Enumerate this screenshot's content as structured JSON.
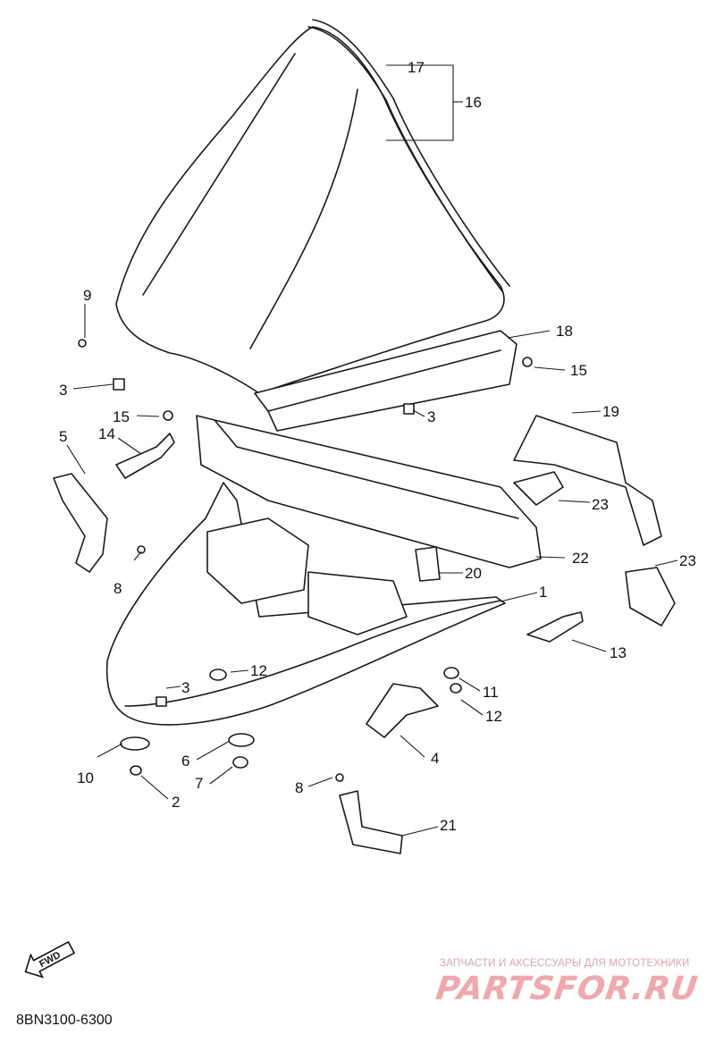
{
  "diagram": {
    "code": "8BN3100-6300",
    "fwd_label": "FWD",
    "callouts": {
      "c1": "1",
      "c2": "2",
      "c3a": "3",
      "c3b": "3",
      "c3c": "3",
      "c4": "4",
      "c5": "5",
      "c6": "6",
      "c7": "7",
      "c8a": "8",
      "c8b": "8",
      "c9": "9",
      "c10": "10",
      "c11": "11",
      "c12a": "12",
      "c12b": "12",
      "c13": "13",
      "c14": "14",
      "c15a": "15",
      "c15b": "15",
      "c16": "16",
      "c17": "17",
      "c18": "18",
      "c19": "19",
      "c20": "20",
      "c21": "21",
      "c22": "22",
      "c23a": "23",
      "c23b": "23"
    }
  },
  "watermark": {
    "tagline": "ЗАПЧАСТИ И АКСЕССУАРЫ ДЛЯ МОТОТЕХНИКИ",
    "logo": "PARTSFOR.RU"
  }
}
